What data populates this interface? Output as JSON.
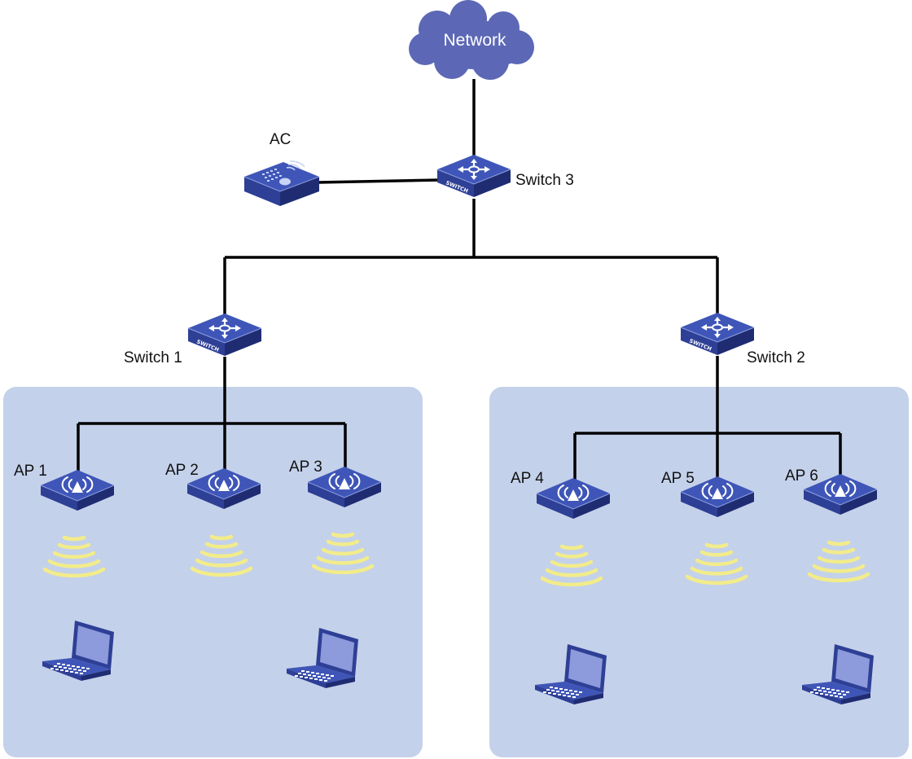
{
  "colors": {
    "zone_fill": "#c4d1ea",
    "device_top": "#3f56b8",
    "device_side": "#222f7d",
    "cloud": "#5c68b6",
    "link": "#000000",
    "signal": "#f2ec8a"
  },
  "cloud": {
    "label": "Network"
  },
  "devices": {
    "ac": {
      "label": "AC"
    },
    "switch3": {
      "label": "Switch 3",
      "badge": "SWITCH"
    },
    "switch1": {
      "label": "Switch 1",
      "badge": "SWITCH"
    },
    "switch2": {
      "label": "Switch 2",
      "badge": "SWITCH"
    }
  },
  "aps": [
    {
      "label": "AP 1"
    },
    {
      "label": "AP 2"
    },
    {
      "label": "AP 3"
    },
    {
      "label": "AP 4"
    },
    {
      "label": "AP 5"
    },
    {
      "label": "AP 6"
    }
  ],
  "icons": {
    "cloud": "cloud-icon",
    "ac": "access-controller-icon",
    "switch": "switch-icon",
    "ap": "wireless-ap-icon",
    "signal": "wifi-signal-icon",
    "client": "laptop-icon"
  }
}
